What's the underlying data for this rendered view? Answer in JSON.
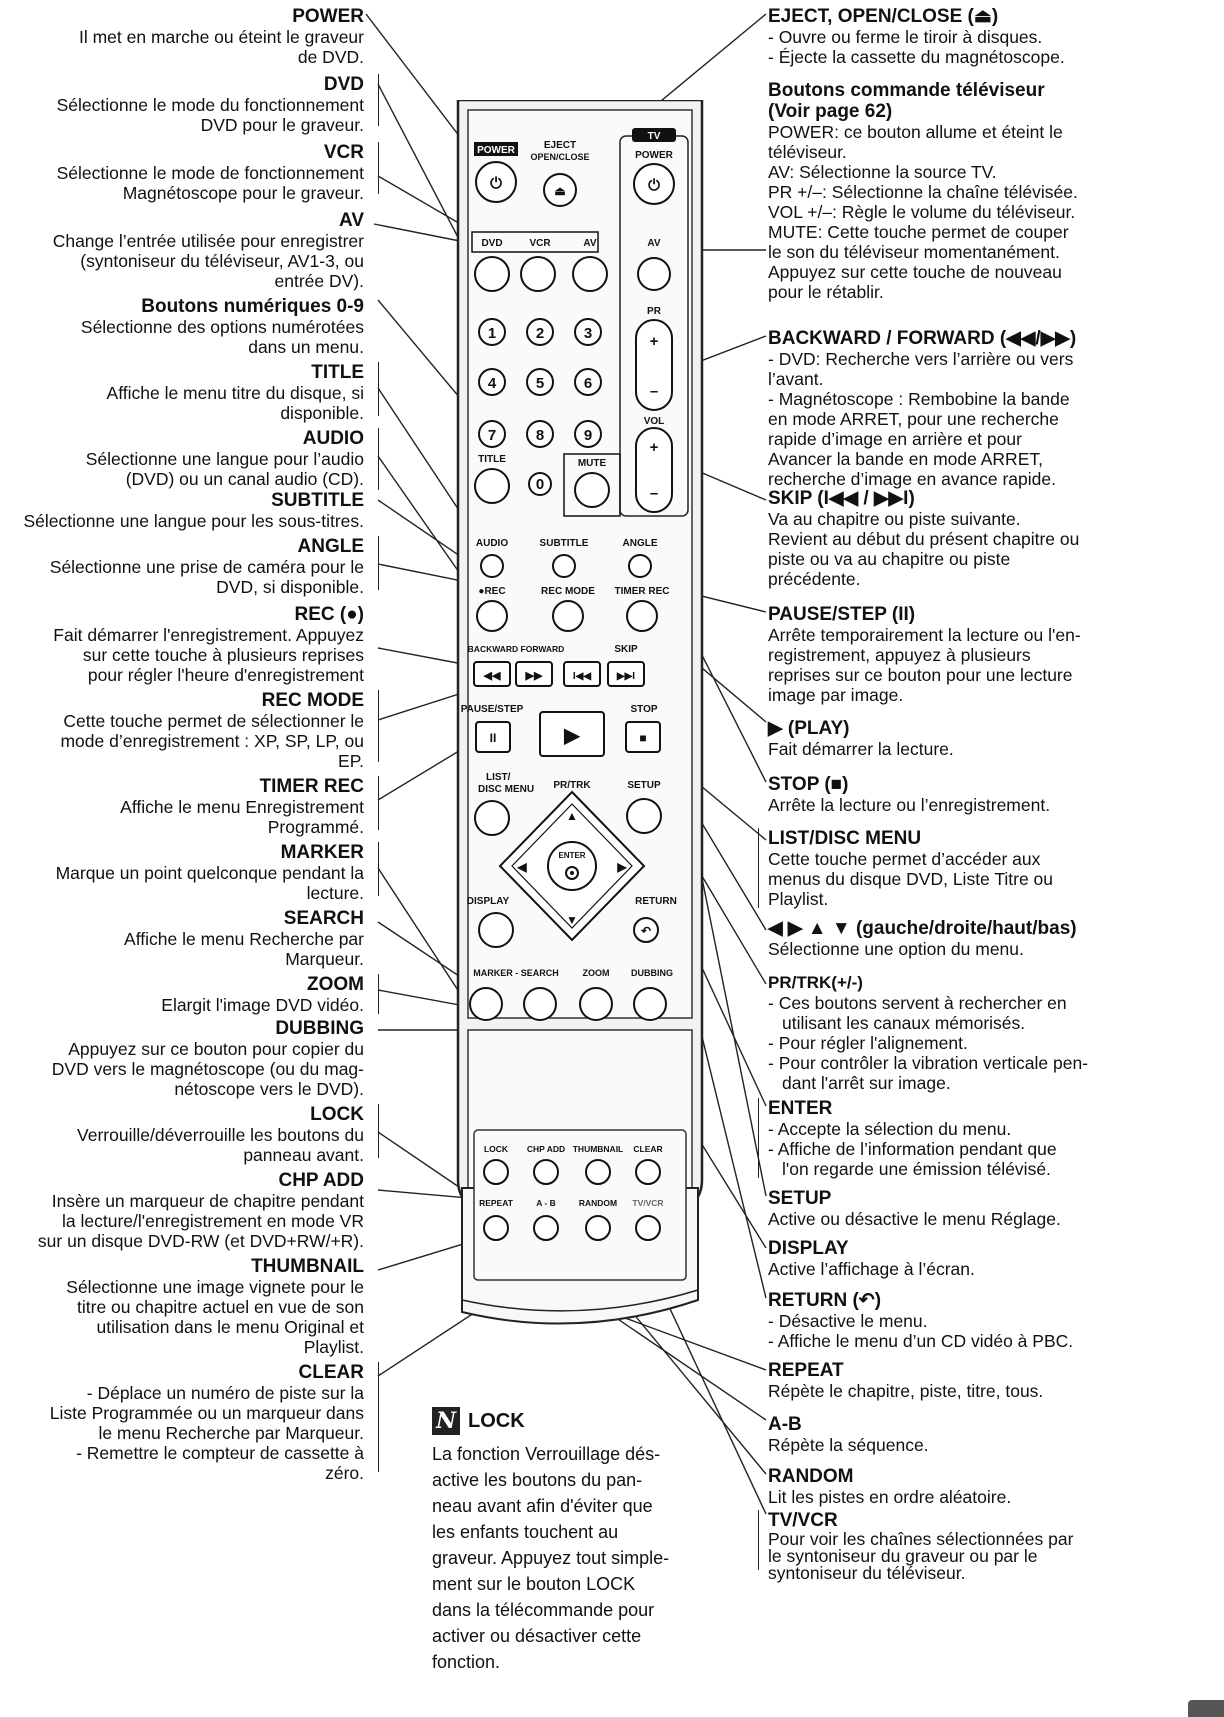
{
  "left": [
    {
      "title": "POWER",
      "lines": [
        "Il met en marche ou éteint le graveur",
        "de DVD."
      ]
    },
    {
      "title": "DVD",
      "lines": [
        "Sélectionne le mode du fonctionnement",
        "DVD pour le graveur."
      ]
    },
    {
      "title": "VCR",
      "lines": [
        "Sélectionne le mode de fonctionnement",
        "Magnétoscope pour le graveur."
      ]
    },
    {
      "title": "AV",
      "lines": [
        "Change l’entrée utilisée pour enregistrer",
        "(syntoniseur du téléviseur, AV1-3, ou",
        "entrée DV)."
      ]
    },
    {
      "title": "Boutons numériques 0-9",
      "lines": [
        "Sélectionne des options numérotées",
        "dans un menu."
      ]
    },
    {
      "title": "TITLE",
      "lines": [
        "Affiche le menu titre du disque, si",
        "disponible."
      ]
    },
    {
      "title": "AUDIO",
      "lines": [
        "Sélectionne une langue pour l’audio",
        "(DVD) ou un canal audio (CD)."
      ]
    },
    {
      "title": "SUBTITLE",
      "lines": [
        "Sélectionne une langue pour les sous-titres."
      ]
    },
    {
      "title": "ANGLE",
      "lines": [
        "Sélectionne une prise de caméra pour le",
        "DVD, si disponible."
      ]
    },
    {
      "title": "REC (●)",
      "lines": [
        "Fait démarrer l'enregistrement. Appuyez",
        "sur cette touche à plusieurs reprises",
        "pour régler l'heure d'enregistrement"
      ]
    },
    {
      "title": "REC MODE",
      "lines": [
        "Cette touche permet de sélectionner le",
        "mode d’enregistrement : XP, SP, LP, ou",
        "EP."
      ]
    },
    {
      "title": "TIMER REC",
      "lines": [
        "Affiche le menu Enregistrement",
        "Programmé."
      ]
    },
    {
      "title": "MARKER",
      "lines": [
        "Marque un point quelconque pendant la",
        "lecture."
      ]
    },
    {
      "title": "SEARCH",
      "lines": [
        "Affiche le menu Recherche par",
        "Marqueur."
      ]
    },
    {
      "title": "ZOOM",
      "lines": [
        "Elargit l'image DVD vidéo."
      ]
    },
    {
      "title": "DUBBING",
      "lines": [
        "Appuyez sur ce bouton pour copier du",
        "DVD vers le magnétoscope (ou du mag-",
        "nétoscope vers le DVD)."
      ]
    },
    {
      "title": "LOCK",
      "lines": [
        "Verrouille/déverrouille les boutons du",
        "panneau avant."
      ]
    },
    {
      "title": "CHP ADD",
      "lines": [
        "Insère un marqueur de chapitre pendant",
        "la lecture/l'enregistrement en mode VR",
        "sur un disque DVD-RW (et DVD+RW/+R)."
      ]
    },
    {
      "title": "THUMBNAIL",
      "lines": [
        "Sélectionne une image vignete pour le",
        "titre ou chapitre actuel en vue de son",
        "utilisation dans le menu Original et",
        "Playlist."
      ]
    },
    {
      "title": "CLEAR",
      "lines": [
        "- Déplace un numéro de piste sur la",
        "Liste Programmée ou un marqueur dans",
        "le menu Recherche par Marqueur.",
        "- Remettre le compteur de cassette à",
        "zéro."
      ]
    }
  ],
  "right": [
    {
      "title": "EJECT, OPEN/CLOSE (⏏)",
      "lines": [
        "- Ouvre ou ferme le tiroir à disques.",
        "- Éjecte la cassette du magnétoscope."
      ]
    },
    {
      "title": "Boutons commande téléviseur",
      "title2": "(Voir page 62)",
      "lines": [
        "POWER: ce bouton allume et éteint le",
        "téléviseur.",
        "AV: Sélectionne la source TV.",
        "PR +/–: Sélectionne la chaîne télévisée.",
        "VOL +/–: Règle le volume du téléviseur.",
        "MUTE: Cette touche permet de couper",
        "le son du téléviseur momentanément.",
        "Appuyez sur cette touche de nouveau",
        "pour le rétablir."
      ]
    },
    {
      "title": "BACKWARD / FORWARD (◀◀/▶▶)",
      "lines": [
        "- DVD: Recherche vers l’arrière ou vers",
        "l’avant.",
        "- Magnétoscope : Rembobine la bande",
        "en mode ARRET, pour une recherche",
        "rapide d’image en arrière et pour",
        "Avancer la bande en mode ARRET,",
        "recherche d’image en avance rapide."
      ]
    },
    {
      "title": "SKIP (I◀◀ / ▶▶I)",
      "lines": [
        "Va au chapitre ou piste suivante.",
        "Revient au début du présent chapitre ou",
        "piste ou va au chapitre ou piste",
        "précédente."
      ]
    },
    {
      "title": "PAUSE/STEP (II)",
      "lines": [
        "Arrête temporairement la lecture ou l'en-",
        "registrement, appuyez à plusieurs",
        "reprises sur ce bouton pour une lecture",
        "image par image."
      ]
    },
    {
      "title": "▶ (PLAY)",
      "lines": [
        "Fait démarrer la lecture."
      ]
    },
    {
      "title": "STOP (■)",
      "lines": [
        "Arrête la lecture ou l’enregistrement."
      ]
    },
    {
      "title": "LIST/DISC MENU",
      "lines": [
        "Cette touche permet d’accéder aux",
        "menus du disque DVD, Liste Titre ou",
        "Playlist."
      ]
    },
    {
      "title": "◀ ▶ ▲ ▼ (gauche/droite/haut/bas)",
      "lines": [
        "Sélectionne une option du menu."
      ]
    },
    {
      "title": "PR/TRK(+/-)",
      "lines": [
        "- Ces boutons servent à rechercher en",
        "  utilisant les canaux mémorisés.",
        "- Pour régler l'alignement.",
        "- Pour contrôler la vibration verticale pen-",
        "  dant l'arrêt sur image."
      ]
    },
    {
      "title": "ENTER",
      "lines": [
        "-   Accepte la sélection du menu.",
        "-   Affiche de l’information pendant que",
        "    l'on regarde une émission télévisé."
      ]
    },
    {
      "title": "SETUP",
      "lines": [
        "Active ou désactive le menu Réglage."
      ]
    },
    {
      "title": "DISPLAY",
      "lines": [
        "Active l’affichage à l’écran."
      ]
    },
    {
      "title": "RETURN (↶)",
      "lines": [
        "-   Désactive le menu.",
        "-   Affiche le menu d’un CD vidéo à PBC."
      ]
    },
    {
      "title": "REPEAT",
      "lines": [
        "Répète le chapitre, piste, titre, tous."
      ]
    },
    {
      "title": "A-B",
      "lines": [
        "Répète la séquence."
      ]
    },
    {
      "title": "RANDOM",
      "lines": [
        "Lit les pistes en ordre aléatoire."
      ]
    },
    {
      "title": "TV/VCR",
      "lines": [
        "Pour voir les chaînes sélectionnées par",
        "le syntoniseur du graveur ou par le",
        "syntoniseur du téléviseur."
      ]
    }
  ],
  "note": {
    "icon": "N",
    "title": "LOCK",
    "lines": [
      "La fonction Verrouillage dés-",
      "active les boutons du pan-",
      "neau avant afin d'éviter que",
      "les enfants touchent au",
      "graveur. Appuyez tout simple-",
      "ment sur le bouton LOCK",
      "dans la télécommande pour",
      "activer ou désactiver cette",
      "fonction."
    ]
  },
  "remote": {
    "power": "POWER",
    "eject": "EJECT",
    "openclose": "OPEN/CLOSE",
    "tv": "TV",
    "tvpower": "POWER",
    "dvd": "DVD",
    "vcr": "VCR",
    "av": "AV",
    "tvav": "AV",
    "pr": "PR",
    "vol": "VOL",
    "mute": "MUTE",
    "title": "TITLE",
    "digits": [
      "1",
      "2",
      "3",
      "4",
      "5",
      "6",
      "7",
      "8",
      "9",
      "0"
    ],
    "audio": "AUDIO",
    "subtitle": "SUBTITLE",
    "angle": "ANGLE",
    "rec": "●REC",
    "recmode": "REC MODE",
    "timerrec": "TIMER REC",
    "backfwd": "BACKWARD FORWARD",
    "skip": "SKIP",
    "pause": "PAUSE/STEP",
    "stop": "STOP",
    "list": "LIST/",
    "discmenu": "DISC MENU",
    "prtrk": "PR/TRK",
    "setup": "SETUP",
    "enter": "ENTER",
    "display": "DISPLAY",
    "return": "RETURN",
    "marker": "MARKER - SEARCH",
    "zoom": "ZOOM",
    "dubbing": "DUBBING",
    "lock": "LOCK",
    "chpadd": "CHP ADD",
    "thumb": "THUMBNAIL",
    "clear": "CLEAR",
    "repeat": "REPEAT",
    "ab": "A - B",
    "random": "RANDOM",
    "tvvcr": "TV/VCR"
  }
}
